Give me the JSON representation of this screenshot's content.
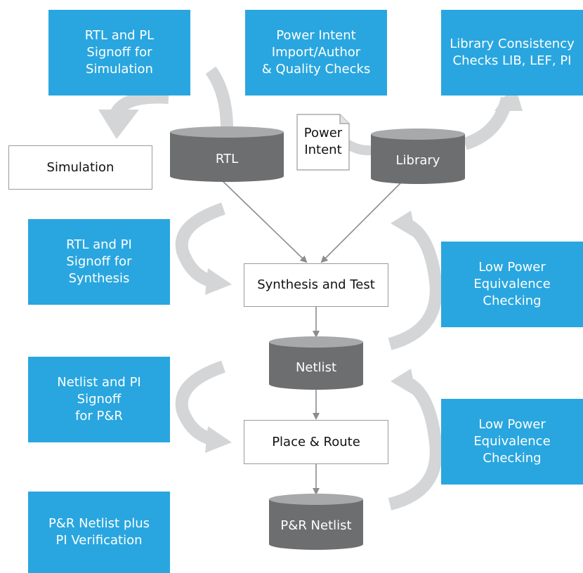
{
  "colors": {
    "check_box": "#29a6df",
    "database": "#6d6e70",
    "database_top": "#a7a9ab",
    "flow_arrow": "#d4d5d6",
    "connector": "#8c8c8c"
  },
  "checks": {
    "rtl_pl_signoff": "RTL and PL\nSignoff for\nSimulation",
    "power_intent_import": "Power Intent\nImport/Author\n& Quality Checks",
    "library_consistency": "Library Consistency\nChecks LIB, LEF, PI",
    "rtl_pi_signoff": "RTL and PI\nSignoff for\nSynthesis",
    "lp_equivalence_1": "Low Power\nEquivalence\nChecking",
    "netlist_pi_signoff": "Netlist and PI\nSignoff\nfor P&R",
    "lp_equivalence_2": "Low Power\nEquivalence\nChecking",
    "pr_netlist_verification": "P&R Netlist plus\nPI Verification"
  },
  "steps": {
    "simulation": "Simulation",
    "synthesis": "Synthesis and Test",
    "place_route": "Place & Route"
  },
  "databases": {
    "rtl": "RTL",
    "library": "Library",
    "netlist": "Netlist",
    "pr_netlist": "P&R Netlist"
  },
  "document": {
    "power_intent": "Power\nIntent"
  }
}
